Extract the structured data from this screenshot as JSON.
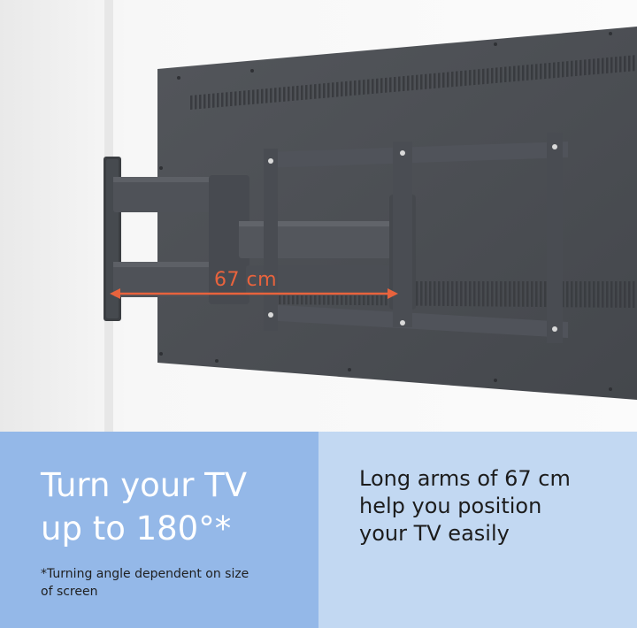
{
  "image": {
    "measurement_label": "67 cm"
  },
  "headline": {
    "line1": "Turn your TV",
    "line2": "up to 180°*"
  },
  "footnote": {
    "line1": "*Turning angle dependent on size",
    "line2": "of screen"
  },
  "feature": {
    "line1": "Long arms of 67 cm",
    "line2": "help you position",
    "line3": "your TV easily"
  },
  "colors": {
    "left_panel": "#94b8e8",
    "right_panel": "#c2d8f2",
    "measurement_accent": "#e8633d",
    "tv_back": "#4a4d52",
    "mount_metal": "#4c4f55"
  }
}
